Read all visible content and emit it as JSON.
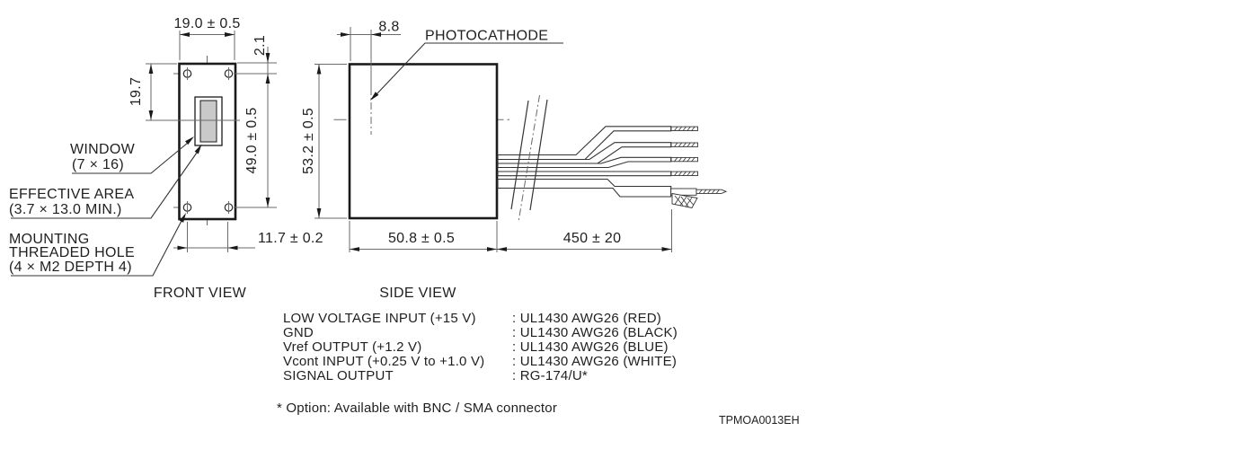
{
  "front_view": {
    "title": "FRONT VIEW",
    "dim_width": "19.0 ± 0.5",
    "dim_hole_offset_top": "2.1",
    "dim_window_center": "19.7",
    "dim_height": "49.0 ± 0.5",
    "dim_hole_spacing": "11.7 ± 0.2",
    "label_window_1": "WINDOW",
    "label_window_2": "(7 × 16)",
    "label_effective_1": "EFFECTIVE AREA",
    "label_effective_2": "(3.7 × 13.0 MIN.)",
    "label_mounting_1": "MOUNTING",
    "label_mounting_2": "THREADED HOLE",
    "label_mounting_3": "(4 × M2 DEPTH 4)"
  },
  "side_view": {
    "title": "SIDE VIEW",
    "dim_photocathode_offset": "8.8",
    "dim_height": "53.2 ± 0.5",
    "dim_depth": "50.8 ± 0.5",
    "dim_cable_length": "450 ± 20",
    "label_photocathode": "PHOTOCATHODE"
  },
  "wiring_table": {
    "rows": [
      {
        "signal": "LOW VOLTAGE INPUT (+15 V)",
        "cable": ": UL1430 AWG26 (RED)"
      },
      {
        "signal": "GND",
        "cable": ": UL1430 AWG26 (BLACK)"
      },
      {
        "signal": "Vref OUTPUT (+1.2 V)",
        "cable": ": UL1430 AWG26 (BLUE)"
      },
      {
        "signal": "Vcont INPUT (+0.25 V to +1.0 V)",
        "cable": ": UL1430 AWG26 (WHITE)"
      },
      {
        "signal": "SIGNAL OUTPUT",
        "cable": ": RG-174/U*"
      }
    ],
    "note": "* Option: Available with BNC / SMA connector"
  },
  "doc_code": "TPMOA0013EH",
  "colors": {
    "ink": "#1a1a1a",
    "construction_line": "#6a6a6a",
    "window_fill": "#c9c9c9",
    "background": "#ffffff"
  }
}
